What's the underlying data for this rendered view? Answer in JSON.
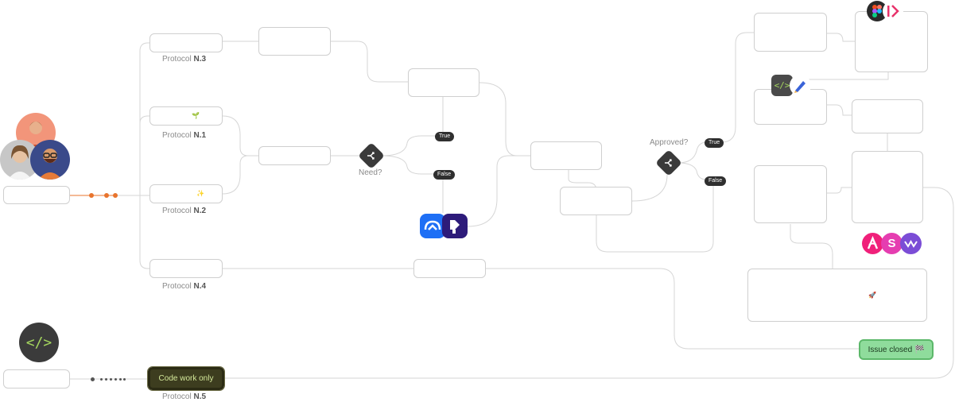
{
  "protocols": {
    "n3": {
      "prefix": "Protocol",
      "id": "N.3"
    },
    "n1": {
      "prefix": "Protocol",
      "id": "N.1",
      "emoji": "🌱"
    },
    "n2": {
      "prefix": "Protocol",
      "id": "N.2",
      "emoji": "✨"
    },
    "n4": {
      "prefix": "Protocol",
      "id": "N.4"
    },
    "n5": {
      "prefix": "Protocol",
      "id": "N.5"
    }
  },
  "decisions": {
    "need": {
      "label": "Need?",
      "true_label": "True",
      "false_label": "False"
    },
    "approved": {
      "label": "Approved?",
      "true_label": "True",
      "false_label": "False"
    }
  },
  "code_work": {
    "label": "Code work only"
  },
  "issue": {
    "label": "Issue closed 🏁"
  },
  "code_icon": {
    "glyph": "</>"
  },
  "deploy_emoji": "🚀",
  "icons": {
    "accent_orange": "#e8742d",
    "figma": "figma-icon",
    "pointer": "pointer-icon",
    "code": "code-icon",
    "pencil": "pencil-icon",
    "integrately": "integrately-icon",
    "dealroom": "dealroom-icon",
    "arc": "arc-icon",
    "s_app": "s-app-icon",
    "webflow": "webflow-icon"
  }
}
